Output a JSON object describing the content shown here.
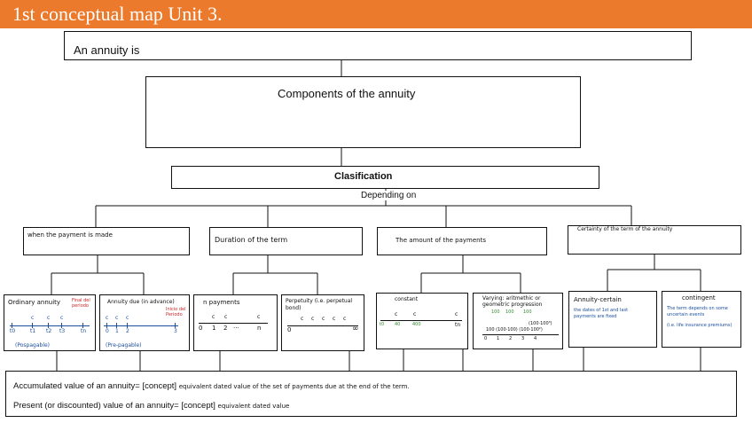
{
  "header": {
    "title": "1st conceptual map Unit 3."
  },
  "top": {
    "annuity_is": "An annuity is"
  },
  "components": {
    "label": "Components of the annuity"
  },
  "clasification": {
    "label": "Clasification",
    "connector": "Depending on"
  },
  "categories": [
    {
      "label": "when the payment is made"
    },
    {
      "label": "Duration of the term"
    },
    {
      "label": "The amount of the payments"
    },
    {
      "label": "Certainty of the term of the annuity"
    }
  ],
  "leaves": {
    "ordinary": {
      "title": "Ordinary annuity",
      "note": "Final del periodo",
      "c": [
        "c",
        "c",
        "c"
      ],
      "t": [
        "t0",
        "t1",
        "t2",
        "t3",
        "tn"
      ],
      "bottom": "(Pospagable)"
    },
    "due": {
      "title": "Annuity due (in advance)",
      "note": "Inicio del Periodo",
      "c": [
        "c",
        "c",
        "c"
      ],
      "t": [
        "0",
        "1",
        "2",
        "3"
      ],
      "bottom": "(Pre-pagable)"
    },
    "npayments": {
      "title": "n payments",
      "c": [
        "c",
        "c",
        "c"
      ],
      "t": [
        "0",
        "1",
        "2",
        "...",
        "n"
      ]
    },
    "perpetuity": {
      "title": "Perpetuity (i.e. perpetual bond)",
      "c": [
        "c",
        "c",
        "c",
        "c",
        "c"
      ],
      "t": [
        "0",
        "∞"
      ]
    },
    "constant": {
      "title": "constant",
      "c": [
        "c",
        "c",
        "c"
      ],
      "t": [
        "t0",
        "40",
        "400",
        "tn"
      ]
    },
    "varying": {
      "title": "Varying: aritmethic or geometric progression",
      "top_values": [
        "100",
        "100",
        "100"
      ],
      "mid_values": [
        "100 (100·100) (100·100²)"
      ],
      "t": [
        "0",
        "1",
        "2",
        "3",
        "4"
      ],
      "note": "(100·100³)"
    },
    "certain": {
      "title": "Annuity-certain",
      "desc": "the dates of 1st and last payments are fixed"
    },
    "contingent": {
      "title": "contingent",
      "desc": "The term depends on some uncertain events",
      "example": "(i.e. life insurance premiums)"
    }
  },
  "bottom": {
    "line1_printed": "Accumulated value of an annuity= [concept]",
    "line1_hand": "equivalent dated value of the set of payments due at the end of the term.",
    "line2_printed": "Present (or discounted) value of an annuity= [concept]",
    "line2_hand": "equivalent dated value"
  }
}
